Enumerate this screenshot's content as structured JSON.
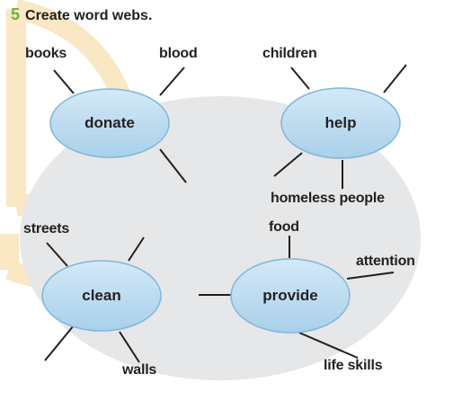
{
  "exercise": {
    "number": "5",
    "title": "Create word webs."
  },
  "webs": [
    {
      "id": "donate",
      "center": "donate",
      "words": [
        "books",
        "blood"
      ]
    },
    {
      "id": "help",
      "center": "help",
      "words": [
        "children",
        "homeless people"
      ]
    },
    {
      "id": "clean",
      "center": "clean",
      "words": [
        "streets",
        "walls"
      ]
    },
    {
      "id": "provide",
      "center": "provide",
      "words": [
        "food",
        "attention",
        "life skills"
      ]
    }
  ],
  "colors": {
    "hub_fill": "#bcdcf0",
    "hub_stroke": "#7fb6dc",
    "background_oval": "#e6e7e8",
    "lines": "#231f20",
    "number_accent": "#6ab23e",
    "watermark": "#f3c36b"
  }
}
